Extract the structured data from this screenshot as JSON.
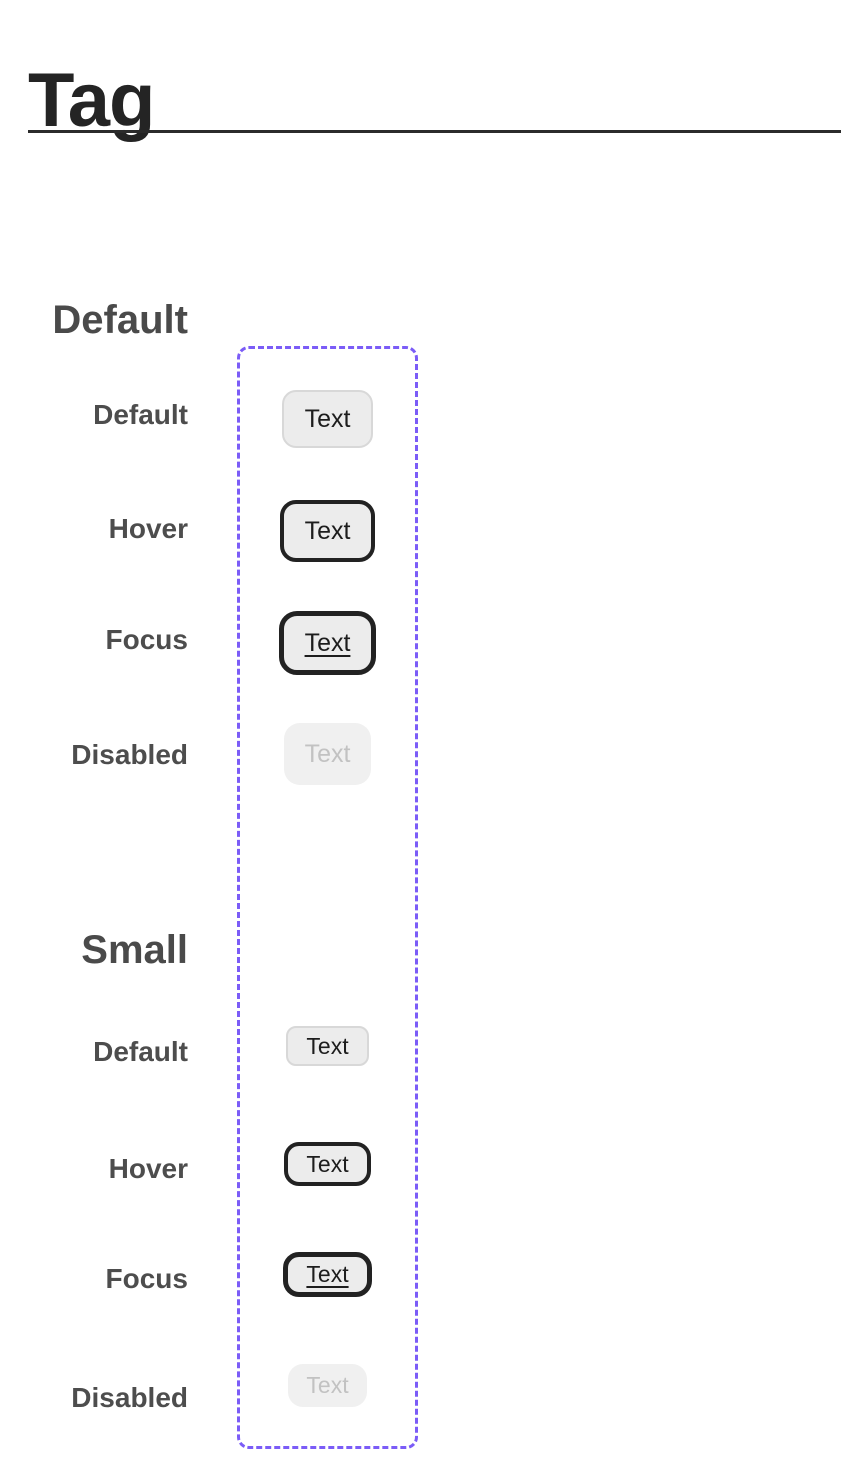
{
  "page": {
    "title": "Tag"
  },
  "theme": {
    "accent_dashed_outline": "#7b5cf7",
    "divider_color": "#2b2b2b",
    "heading_color": "#4a4a4a",
    "tag_background": "#ececec",
    "tag_border": "#d8d8d8",
    "tag_text_color": "#1d1d1d",
    "tag_active_border": "#222222",
    "tag_disabled_background": "#f0f0f0",
    "tag_disabled_text": "#c2c2c2"
  },
  "sections": [
    {
      "title": "Default",
      "size": "large",
      "rows": [
        {
          "state": "Default",
          "tag_label": "Text"
        },
        {
          "state": "Hover",
          "tag_label": "Text"
        },
        {
          "state": "Focus",
          "tag_label": "Text"
        },
        {
          "state": "Disabled",
          "tag_label": "Text"
        }
      ]
    },
    {
      "title": "Small",
      "size": "small",
      "rows": [
        {
          "state": "Default",
          "tag_label": "Text"
        },
        {
          "state": "Hover",
          "tag_label": "Text"
        },
        {
          "state": "Focus",
          "tag_label": "Text"
        },
        {
          "state": "Disabled",
          "tag_label": "Text"
        }
      ]
    }
  ]
}
